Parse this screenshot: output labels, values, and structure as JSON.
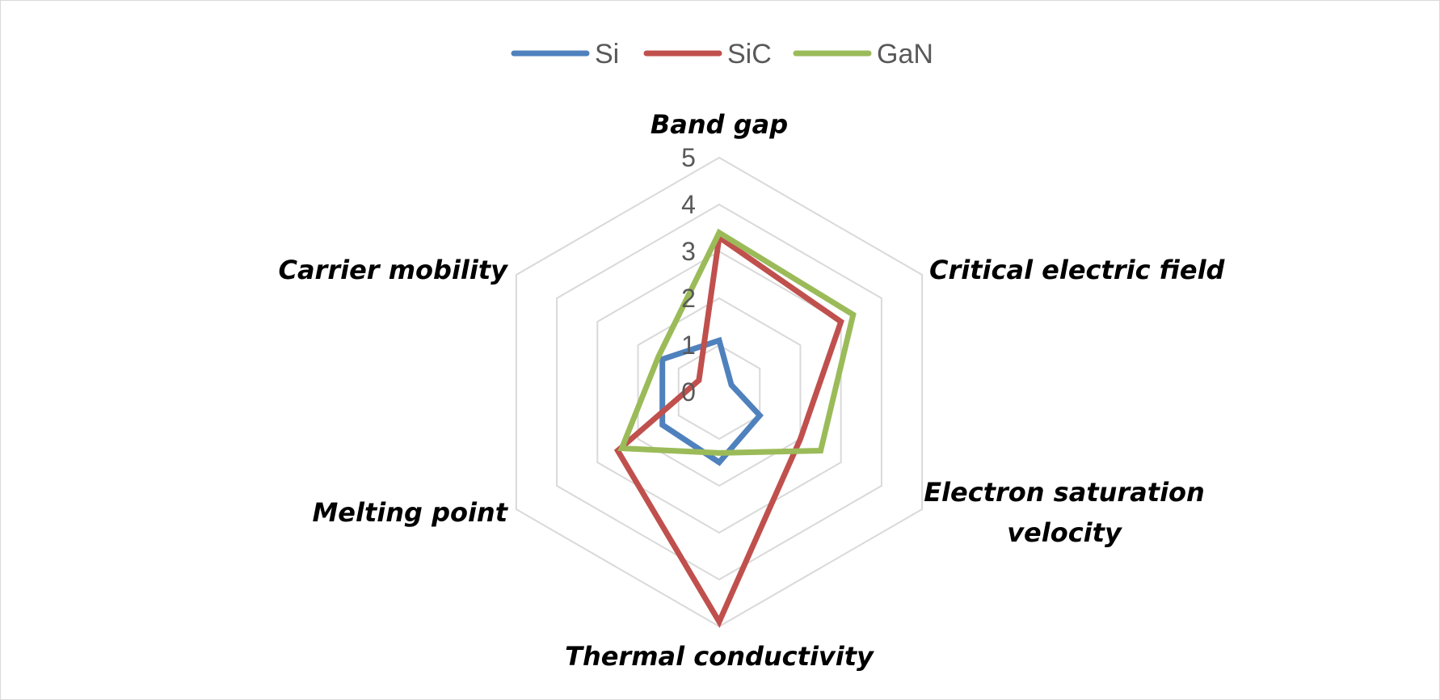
{
  "chart_data": {
    "type": "radar",
    "axes": [
      "Band gap",
      "Critical electric field",
      "Electron saturation velocity",
      "Thermal conductivity",
      "Melting point",
      "Carrier mobility"
    ],
    "axis_label_lines": [
      [
        "Band gap"
      ],
      [
        "Critical electric field"
      ],
      [
        "Electron saturation",
        "velocity"
      ],
      [
        "Thermal conductivity"
      ],
      [
        "Melting point"
      ],
      [
        "Carrier mobility"
      ]
    ],
    "ticks": [
      "0",
      "1",
      "2",
      "3",
      "4",
      "5"
    ],
    "rlim": [
      0,
      5
    ],
    "grid": true,
    "legend_position": "top",
    "series": [
      {
        "name": "Si",
        "color": "#4F81BD",
        "values": [
          1.1,
          0.3,
          1.0,
          1.5,
          1.4,
          1.4
        ]
      },
      {
        "name": "SiC",
        "color": "#C0504D",
        "values": [
          3.3,
          3.0,
          2.0,
          4.9,
          2.5,
          0.5
        ]
      },
      {
        "name": "GaN",
        "color": "#9BBB59",
        "values": [
          3.4,
          3.3,
          2.5,
          1.3,
          2.4,
          1.5
        ]
      }
    ]
  }
}
